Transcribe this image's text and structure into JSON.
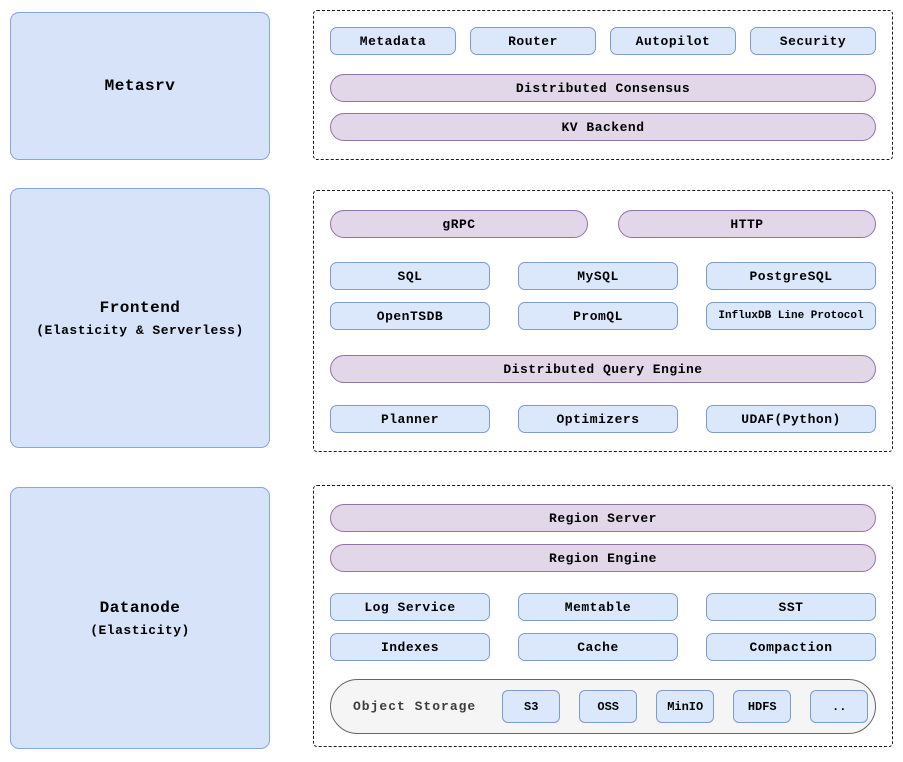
{
  "metasrv": {
    "title": "Metasrv",
    "services": [
      "Metadata",
      "Router",
      "Autopilot",
      "Security"
    ],
    "consensus": "Distributed Consensus",
    "kv_backend": "KV Backend"
  },
  "frontend": {
    "title": "Frontend",
    "subtitle": "(Elasticity & Serverless)",
    "grpc": "gRPC",
    "http": "HTTP",
    "api_row1": [
      "SQL",
      "MySQL",
      "PostgreSQL"
    ],
    "api_row2": [
      "OpenTSDB",
      "PromQL",
      "InfluxDB Line Protocol"
    ],
    "query_engine": "Distributed Query Engine",
    "engine_parts": [
      "Planner",
      "Optimizers",
      "UDAF(Python)"
    ]
  },
  "datanode": {
    "title": "Datanode",
    "subtitle": "(Elasticity)",
    "region_server": "Region Server",
    "region_engine": "Region Engine",
    "components_row1": [
      "Log Service",
      "Memtable",
      "SST"
    ],
    "components_row2": [
      "Indexes",
      "Cache",
      "Compaction"
    ],
    "object_storage": {
      "label": "Object Storage",
      "backends": [
        "S3",
        "OSS",
        "MinIO",
        "HDFS",
        ".."
      ]
    }
  },
  "colors": {
    "box_blue_fill": "#dbe8fc",
    "box_blue_border": "#7e9cc9",
    "panel_blue_fill": "#d6e3f8",
    "panel_blue_border": "#86a6e0",
    "pill_purple_fill": "#e2d6e9",
    "pill_purple_border": "#9673a6",
    "storage_fill": "#f5f5f5",
    "storage_border": "#666666"
  }
}
